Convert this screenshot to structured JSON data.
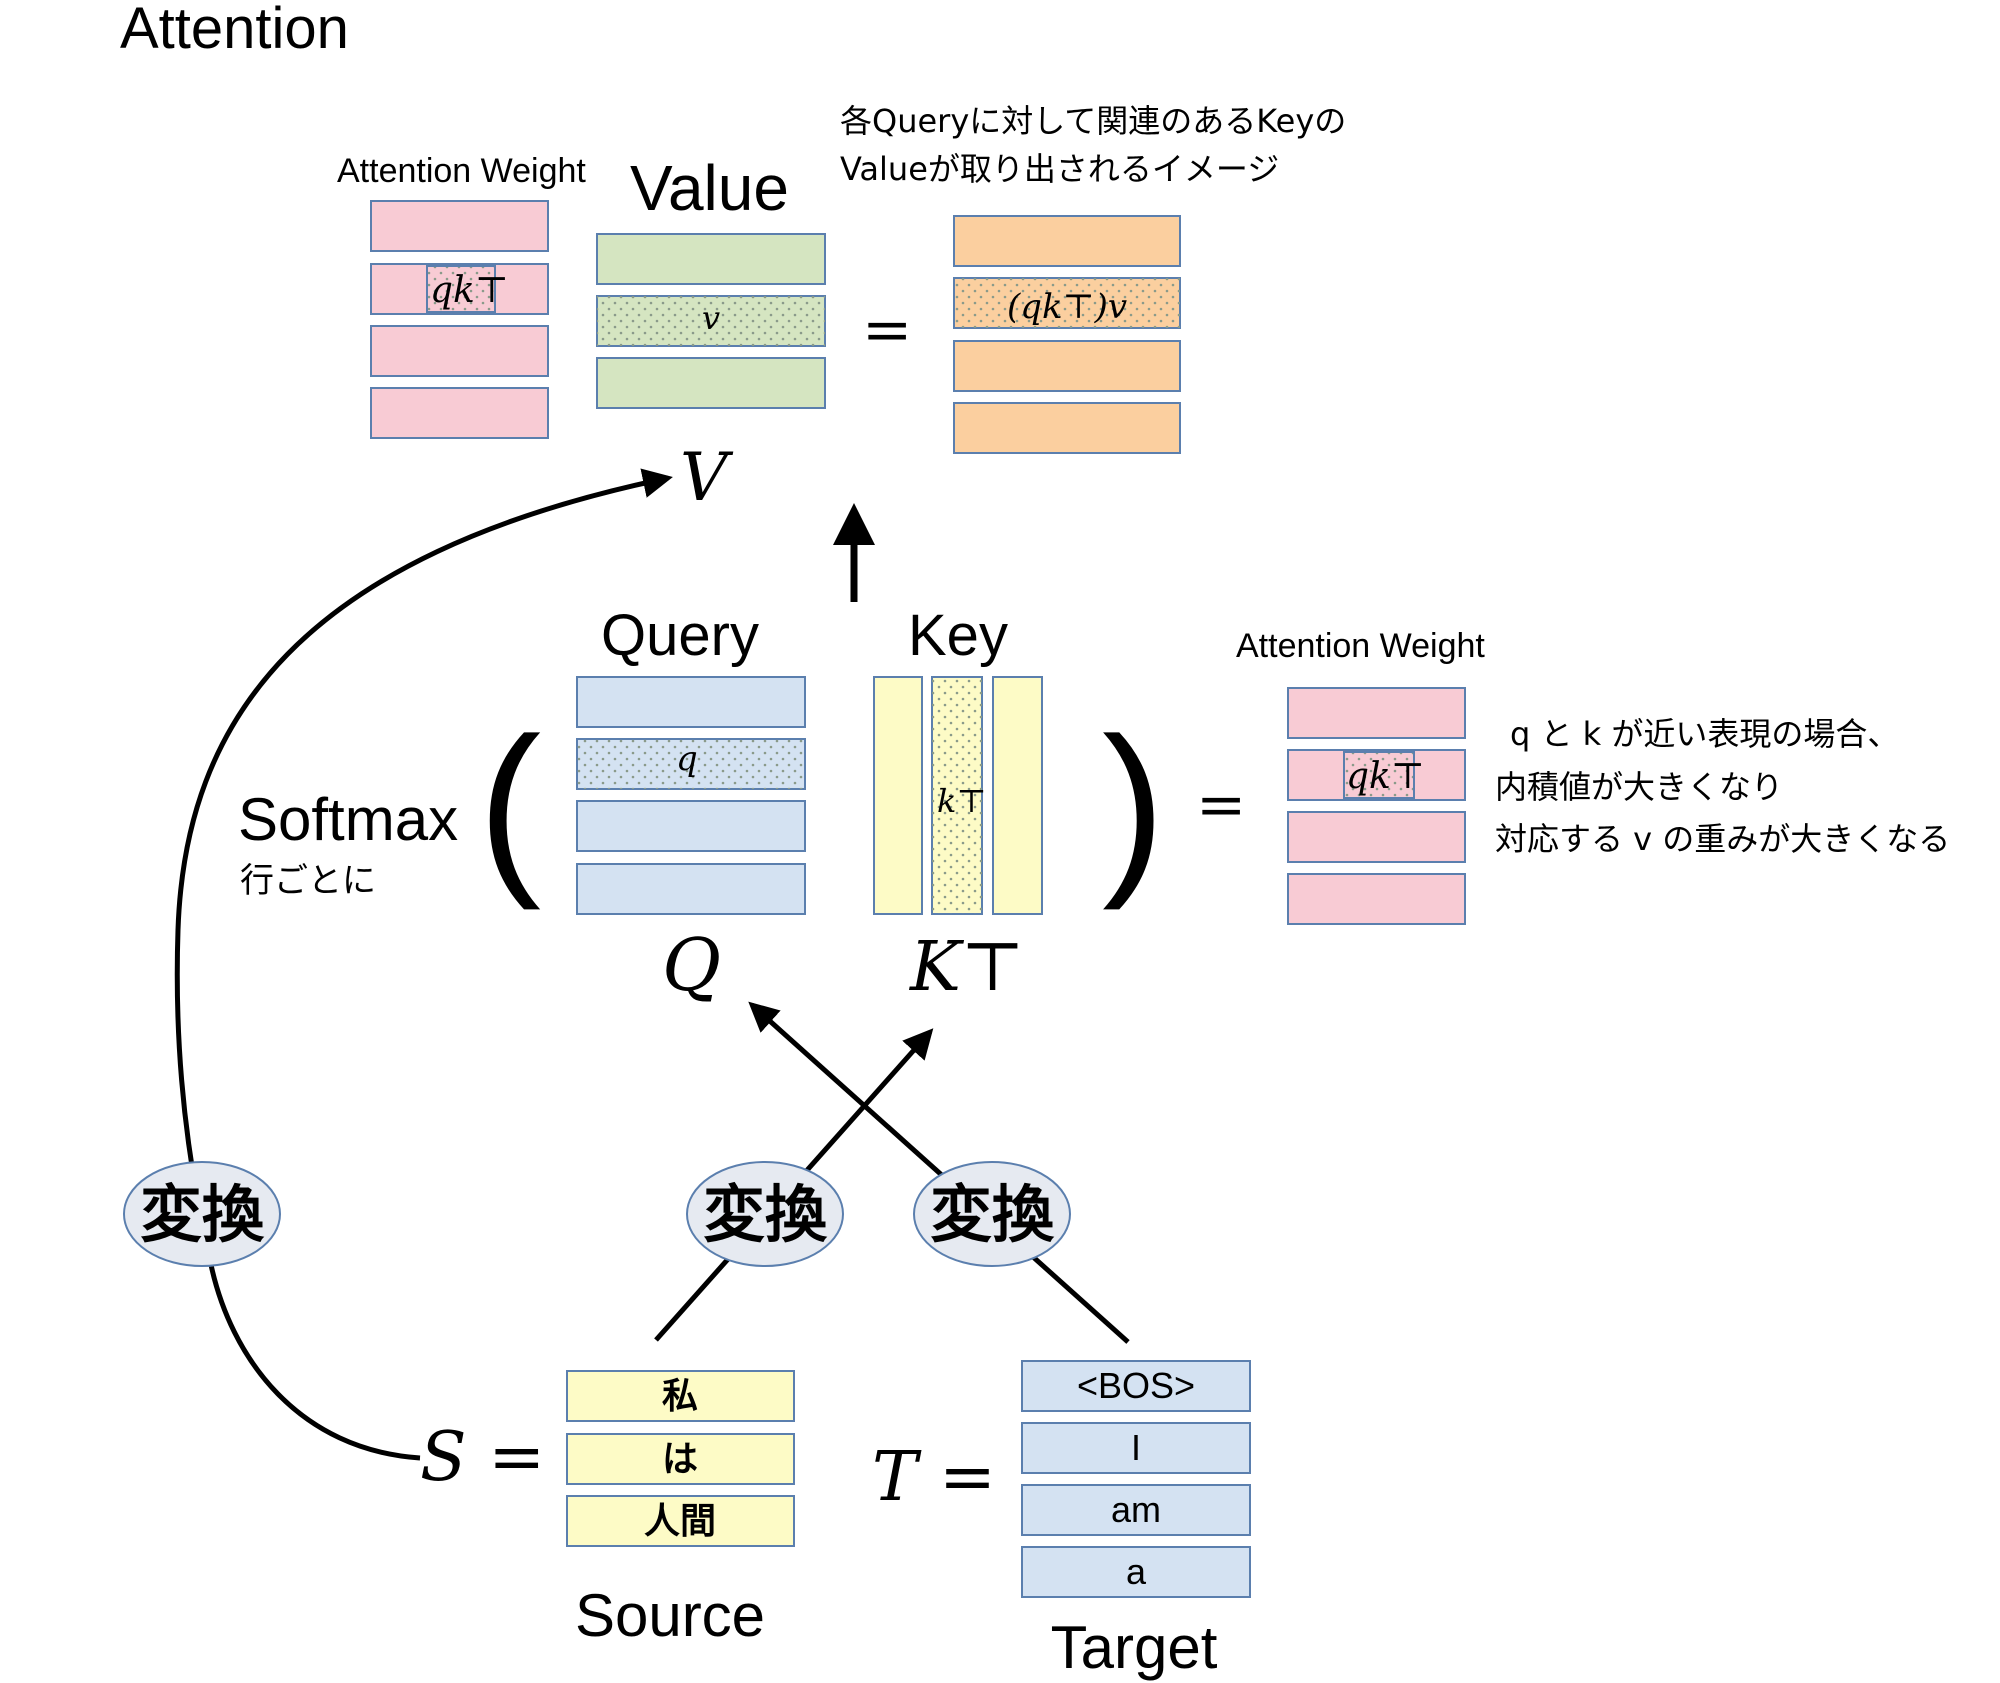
{
  "title": "Attention",
  "colors": {
    "weight": "#f8cbd4",
    "value": "#d5e5c1",
    "output": "#fbcf9f",
    "query": "#d4e2f2",
    "key": "#fdfbc6",
    "source": "#fdfbc6",
    "target": "#d4e2f2",
    "transform_bubble": "#e6eaf1",
    "border": "#5b7fae"
  },
  "icons": {
    "arrow": "arrow-icon"
  },
  "top": {
    "weight_label": "Attention Weight",
    "weight_cell": "qk⊤",
    "value_label": "Value",
    "value_cell": "v",
    "equals": "=",
    "output_cell": "(qk⊤)v",
    "note_line1": "各Queryに対して関連のあるKeyの",
    "note_line2": "Valueが取り出されるイメージ",
    "v_symbol": "V"
  },
  "middle": {
    "softmax_label": "Softmax",
    "softmax_sub": "行ごとに",
    "query_label": "Query",
    "query_cell": "q",
    "key_label": "Key",
    "key_cell": "k⊤",
    "q_symbol": "Q",
    "k_symbol": "K⊤",
    "open_paren": "(",
    "close_paren": ")",
    "equals": "=",
    "weight_label": "Attention Weight",
    "weight_cell": "qk⊤",
    "note_line1": "q と k が近い表現の場合、",
    "note_line2": "内積値が大きくなり",
    "note_line3": "対応する v の重みが大きくなる"
  },
  "transforms": {
    "label": "変換"
  },
  "source": {
    "symbol": "S =",
    "tokens": [
      "私",
      "は",
      "人間"
    ],
    "label": "Source"
  },
  "target": {
    "symbol": "T =",
    "tokens": [
      "<BOS>",
      "I",
      "am",
      "a"
    ],
    "label": "Target"
  }
}
